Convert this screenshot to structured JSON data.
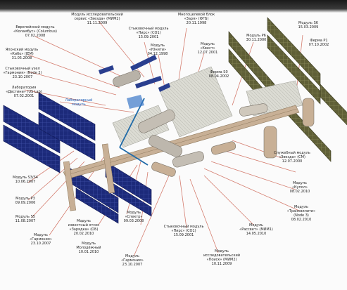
{
  "diagram": {
    "colors": {
      "background": "#fbfbfb",
      "top_bar": "#2a2a2a",
      "solar_panel_navy": "#1c2a7a",
      "solar_panel_olive": "#6a6a3c",
      "radiator_gray": "#d8d8d0",
      "module_tan": "#c8b096",
      "leader_line": "#d07060",
      "highlight_cyan": "#3a78c8"
    },
    "callouts": [
      {
        "id": "top-center",
        "text": "Модуль исследовательский\nсервис «Звезда» (МИМ2)\n11.11.2009"
      },
      {
        "id": "top-left",
        "text": "Европейский модуль\n«Коламбус» (Columbus)\n07.02.2008"
      },
      {
        "id": "upper-left-2",
        "text": "Японский модуль\n«Кибо» (JEM)\n31.05.2008"
      },
      {
        "id": "upper-left-3",
        "text": "Стыковочный узел\n«Гармония» (Node 2)\n23.10.2007"
      },
      {
        "id": "mid-left",
        "text": "Лаборатория\n«Дестини» (US Lab)\n07.02.2001"
      },
      {
        "id": "mid-left-cyan",
        "text": "Лабораторный\nмодуль"
      },
      {
        "id": "top-mid-2",
        "text": "Стыковочный модуль\n«Пирс» (СО1)\n15.09.2001"
      },
      {
        "id": "top-mid-3",
        "text": "Модуль\n«Юнити»\n04.12.1998"
      },
      {
        "id": "top-right-1",
        "text": "Многоцелевой блок\n«Заря» (ФГБ)\n20.11.1998"
      },
      {
        "id": "right-mid-1",
        "text": "Модуль\n«Квест»\n12.07.2001"
      },
      {
        "id": "right-mid-2",
        "text": "Ферма S0\n08.04.2002"
      },
      {
        "id": "top-right-2",
        "text": "Модуль P6\n30.11.2000"
      },
      {
        "id": "top-right-3",
        "text": "Модуль S6\n15.03.2009"
      },
      {
        "id": "right-lower-1",
        "text": "Ферма P1\n07.10.2002"
      },
      {
        "id": "right-lower-2",
        "text": "Служебный модуль\n«Звезда» (СМ)\n12.07.2000"
      },
      {
        "id": "right-lower-3",
        "text": "Модуль\n«Купол»\n08.02.2010"
      },
      {
        "id": "bottom-right-1",
        "text": "Модуль\n«Транквилити»\n(Node 3)\n08.02.2010"
      },
      {
        "id": "bottom-right-2",
        "text": "Модуль\n«Рассвет» (МИМ1)\n14.05.2010"
      },
      {
        "id": "bottom-center-1",
        "text": "Модуль\nисследовательский\n«Поиск» (МИМ2)\n10.11.2009"
      },
      {
        "id": "bottom-center-2",
        "text": "Стыковочный модуль\n«Пирс» (СО1)\n15.09.2001"
      },
      {
        "id": "bottom-center-3",
        "text": "Модуль\n«Гармония»\n23.10.2007"
      },
      {
        "id": "bottom-left-1",
        "text": "Модуль\nизвестный отсек\n«Зарядка» (ОБ)\n20.02.2010"
      },
      {
        "id": "bottom-left-2",
        "text": "Модуль\n«Спектр»\n09.03.2008"
      },
      {
        "id": "bottom-left-3",
        "text": "Модуль S3/S4\n10.06.2007"
      },
      {
        "id": "bottom-left-4",
        "text": "Модуль P3\n09.09.2006"
      },
      {
        "id": "bottom-left-5",
        "text": "Модуль S5\n11.08.2007"
      },
      {
        "id": "bottom-left-6",
        "text": "Модуль\n«Гармония»\n23.10.2007"
      },
      {
        "id": "bottom-left-7",
        "text": "Модуль\nМолодёжный\n10.01.2010"
      }
    ]
  }
}
